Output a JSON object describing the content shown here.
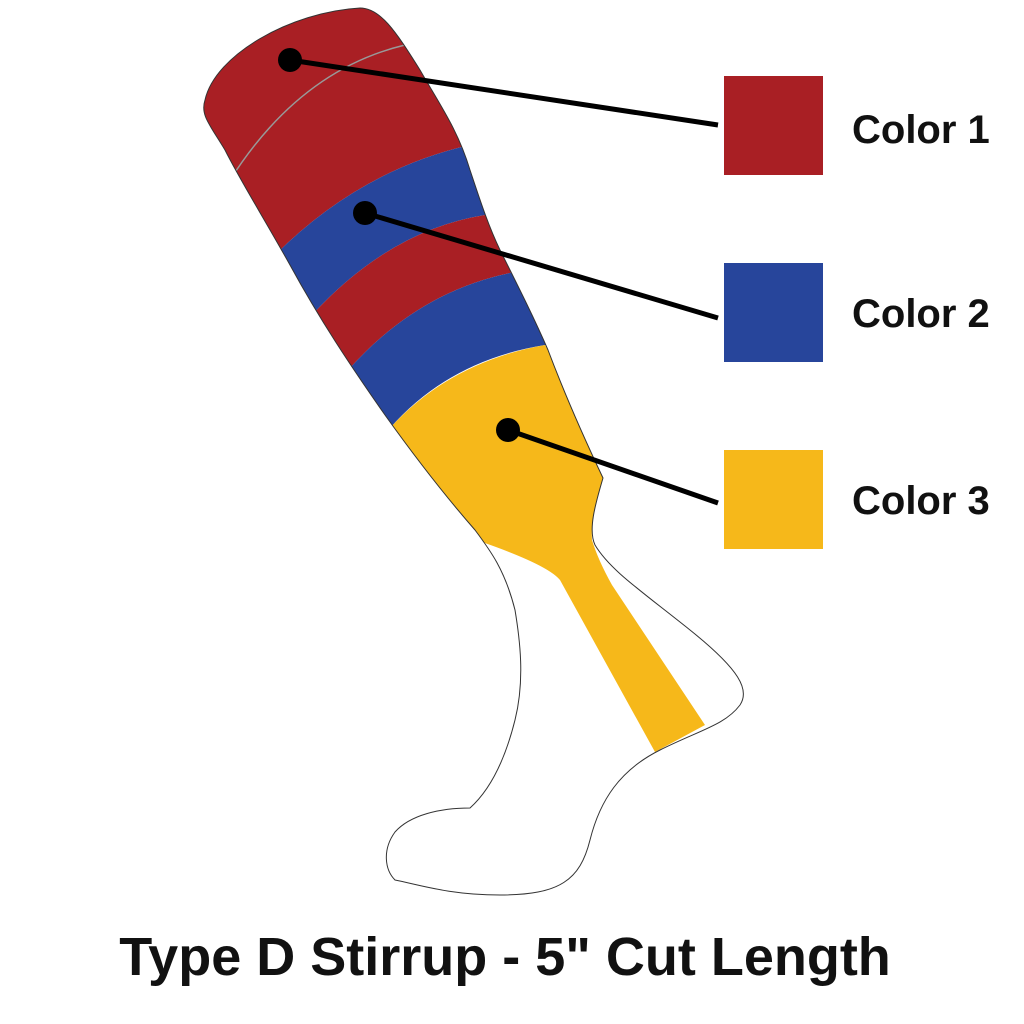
{
  "title": "Type D Stirrup - 5\" Cut Length",
  "legend": [
    {
      "label": "Color 1",
      "color": "#A91F24"
    },
    {
      "label": "Color 2",
      "color": "#27459B"
    },
    {
      "label": "Color 3",
      "color": "#F6B81A"
    }
  ]
}
